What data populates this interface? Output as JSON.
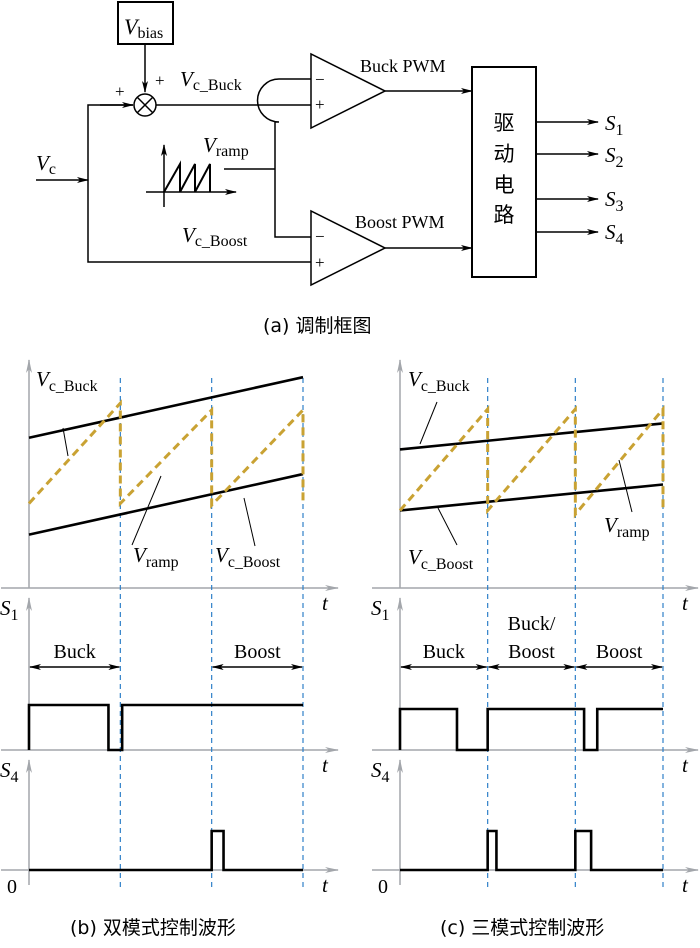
{
  "colors": {
    "line": "#000000",
    "axis": "#A3A6AB",
    "ramp": "#C9A233",
    "divider": "#2F80C8"
  },
  "block_diagram": {
    "caption": "(a) 调制框图",
    "vbias": {
      "main": "V",
      "sub": "bias"
    },
    "vc": {
      "main": "V",
      "sub": "c"
    },
    "vc_buck": {
      "main": "V",
      "sub": "c_Buck"
    },
    "vc_boost": {
      "main": "V",
      "sub": "c_Boost"
    },
    "vramp": {
      "main": "V",
      "sub": "ramp"
    },
    "sum_plus_left": "+",
    "sum_plus_top": "+",
    "comp_minus": "−",
    "comp_plus": "+",
    "buck_pwm": "Buck PWM",
    "boost_pwm": "Boost PWM",
    "driver_chars": [
      "驱",
      "动",
      "电",
      "路"
    ],
    "outputs": [
      {
        "main": "S",
        "sub": "1"
      },
      {
        "main": "S",
        "sub": "2"
      },
      {
        "main": "S",
        "sub": "3"
      },
      {
        "main": "S",
        "sub": "4"
      }
    ]
  },
  "chart_data": [
    {
      "type": "line",
      "title": "(b) 双模式控制波形",
      "mode_labels": [
        "Buck",
        "Boost"
      ],
      "xlabel": "t",
      "periods": 3,
      "series": [
        {
          "name": "V_c_Buck",
          "style": "solid",
          "x": [
            0,
            3
          ],
          "y": [
            0.62,
            0.97
          ]
        },
        {
          "name": "V_c_Boost",
          "style": "solid",
          "x": [
            0,
            3
          ],
          "y": [
            0.06,
            0.41
          ]
        },
        {
          "name": "V_ramp",
          "style": "dashed",
          "x": [
            0,
            1,
            1,
            2,
            2,
            3,
            3
          ],
          "y": [
            0.24,
            0.82,
            0.24,
            0.78,
            0.23,
            0.78,
            0.23
          ]
        },
        {
          "name": "S1",
          "type": "step",
          "x": [
            0,
            0.87,
            1.02,
            3
          ],
          "y": [
            1,
            0,
            1,
            1
          ]
        },
        {
          "name": "S4",
          "type": "step",
          "x": [
            0,
            2.0,
            2.13,
            3
          ],
          "y": [
            0,
            1,
            0,
            0
          ]
        }
      ],
      "labels": {
        "s1": {
          "main": "S",
          "sub": "1"
        },
        "s4": {
          "main": "S",
          "sub": "4"
        },
        "origin": "0"
      }
    },
    {
      "type": "line",
      "title": "(c) 三模式控制波形",
      "mode_labels": [
        "Buck",
        "Buck/\nBoost",
        "Boost"
      ],
      "xlabel": "t",
      "periods": 3,
      "series": [
        {
          "name": "V_c_Buck",
          "style": "solid",
          "x": [
            0,
            3
          ],
          "y": [
            0.62,
            0.82
          ]
        },
        {
          "name": "V_c_Boost",
          "style": "solid",
          "x": [
            0,
            3
          ],
          "y": [
            0.15,
            0.35
          ]
        },
        {
          "name": "V_ramp",
          "style": "dashed",
          "x": [
            0,
            1,
            1,
            2,
            2,
            3,
            3
          ],
          "y": [
            0.15,
            0.93,
            0.15,
            0.93,
            0.12,
            0.93,
            0.15
          ]
        },
        {
          "name": "S1",
          "type": "step",
          "x": [
            0,
            0.65,
            1.0,
            2.1,
            2.25,
            3
          ],
          "y": [
            1,
            0,
            1,
            0,
            1,
            1
          ]
        },
        {
          "name": "S4",
          "type": "step",
          "x": [
            0,
            1.0,
            1.1,
            2.0,
            2.18,
            3
          ],
          "y": [
            0,
            1,
            0,
            1,
            0,
            0
          ]
        }
      ],
      "labels": {
        "s1": {
          "main": "S",
          "sub": "1"
        },
        "s4": {
          "main": "S",
          "sub": "4"
        },
        "origin": "0"
      }
    }
  ]
}
